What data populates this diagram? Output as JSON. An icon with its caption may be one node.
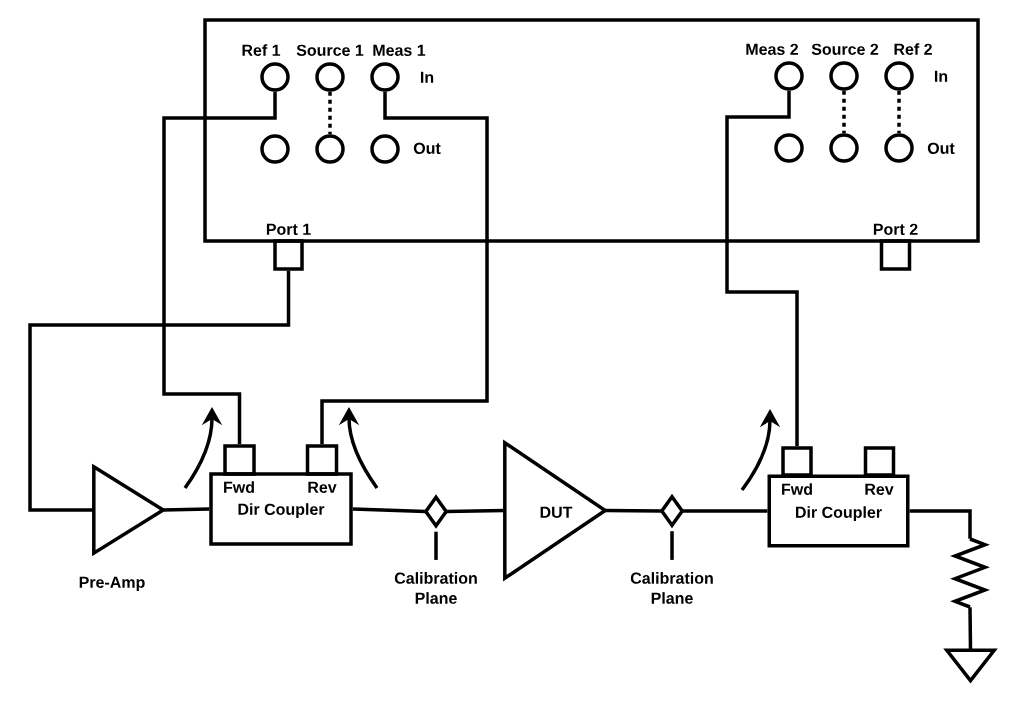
{
  "diagram": {
    "nodes": [
      {
        "text": [],
        "shape": "box"
      },
      {
        "text": [
          "Ref 1"
        ],
        "in": 0
      },
      {
        "text": [
          "Source 1"
        ],
        "in": 0
      },
      {
        "text": [
          "Meas 1"
        ],
        "in": 0
      },
      {
        "text": [
          "Meas 2"
        ],
        "in": 0
      },
      {
        "text": [
          "Source 2"
        ],
        "in": 0
      },
      {
        "text": [
          "Ref 2"
        ],
        "in": 0
      },
      {
        "text": [],
        "shape": "circle",
        "in": 0
      },
      {
        "text": [],
        "shape": "circle",
        "in": 0
      },
      {
        "text": [],
        "shape": "circle",
        "in": 0
      },
      {
        "text": [],
        "shape": "circle",
        "in": 0
      },
      {
        "text": [],
        "shape": "circle",
        "in": 0
      },
      {
        "text": [],
        "shape": "circle",
        "in": 0
      },
      {
        "text": [
          "Port 1"
        ]
      },
      {
        "text": [
          "Port 2"
        ]
      },
      {
        "text": [],
        "shape": "box"
      },
      {
        "text": [],
        "shape": "box"
      },
      {
        "text": [],
        "shape": "box"
      },
      {
        "text": [],
        "shape": "box"
      },
      {
        "text": [],
        "shape": "triangle",
        "beside": [
          "Pre-Amp"
        ]
      },
      {
        "text": [
          "Fwd",
          "Rev",
          "Dir Coupler"
        ]
      },
      {
        "text": [],
        "shape": "diamond"
      },
      {
        "text": [
          "DUT"
        ]
      },
      {
        "text": [],
        "shape": "diamond"
      },
      {
        "text": [
          "Fwd",
          "Rev",
          "Dir Coupler"
        ]
      },
      {
        "text": [],
        "shape": "resistor"
      },
      {
        "text": [
          "Calibration Plane"
        ]
      },
      {
        "text": [
          "Calibration Plane"
        ]
      },
      {
        "text": [],
        "shape": "triangle"
      }
    ],
    "edges": [
      {
        "from": 1,
        "to": 15,
        "arrow": "none"
      },
      {
        "from": 3,
        "to": 16,
        "arrow": "none"
      },
      {
        "from": 2,
        "to": 8,
        "arrow": "none",
        "style": "dashed"
      },
      {
        "from": 4,
        "to": 17,
        "arrow": "none"
      },
      {
        "from": 5,
        "to": 11,
        "arrow": "none",
        "style": "dashed"
      },
      {
        "from": 6,
        "to": 12,
        "arrow": "none",
        "style": "dashed"
      },
      {
        "from": 13,
        "to": 19,
        "arrow": "none"
      },
      {
        "from": 19,
        "to": 20,
        "arrow": "none"
      },
      {
        "from": 20,
        "to": 21,
        "arrow": "none"
      },
      {
        "from": 21,
        "to": 22,
        "arrow": "none"
      },
      {
        "from": 22,
        "to": 23,
        "arrow": "none"
      },
      {
        "from": 23,
        "to": 24,
        "arrow": "none"
      },
      {
        "from": 24,
        "to": 25,
        "arrow": "none"
      },
      {
        "from": 25,
        "to": 28,
        "arrow": "none"
      },
      {
        "from": 26,
        "to": 21,
        "arrow": "none"
      },
      {
        "from": 27,
        "to": 23,
        "arrow": "none"
      }
    ],
    "labels": [
      "In",
      "In",
      "Out",
      "Out"
    ]
  }
}
